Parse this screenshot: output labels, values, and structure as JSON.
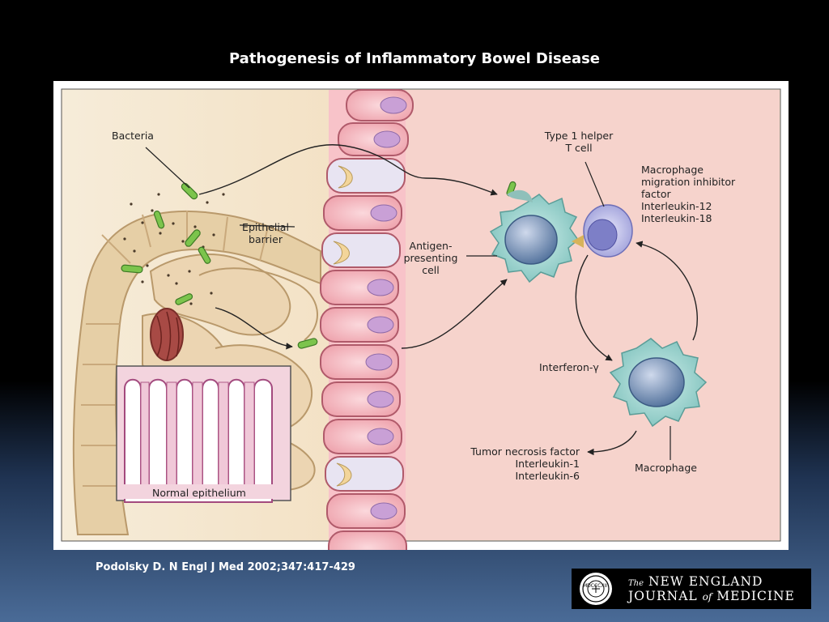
{
  "slide": {
    "title": "Pathogenesis of Inflammatory Bowel Disease",
    "citation": "Podolsky D. N Engl J Med 2002;347:417-429"
  },
  "figure": {
    "labels": {
      "bacteria": "Bacteria",
      "epithelial_barrier_line1": "Epithelial",
      "epithelial_barrier_line2": "barrier",
      "antigen_line1": "Antigen-",
      "antigen_line2": "presenting",
      "antigen_line3": "cell",
      "th1_line1": "Type 1 helper",
      "th1_line2": "T cell",
      "mif_line1": "Macrophage",
      "mif_line2": "migration inhibitor",
      "mif_line3": "factor",
      "il12": "Interleukin-12",
      "il18": "Interleukin-18",
      "interferon": "Interferon-γ",
      "tnf": "Tumor necrosis factor",
      "il1": "Interleukin-1",
      "il6": "Interleukin-6",
      "macrophage": "Macrophage",
      "normal_epithelium": "Normal epithelium"
    }
  },
  "logo": {
    "line1_prefix": "The",
    "line1_main": "NEW ENGLAND",
    "line2_a": "JOURNAL",
    "line2_of": "of",
    "line2_b": "MEDICINE",
    "seal_text": "MDCCCXII"
  },
  "colors": {
    "background_top": "#000000",
    "background_bottom": "#4a6b97",
    "lamina_propria": "#f6d9d2",
    "intestine": "#e8cfa8",
    "epithelial_cell": "#f7c0c6",
    "bacteria": "#7fc24a",
    "apc": "#9fd3cf",
    "t_cell": "#c7c8ee"
  }
}
